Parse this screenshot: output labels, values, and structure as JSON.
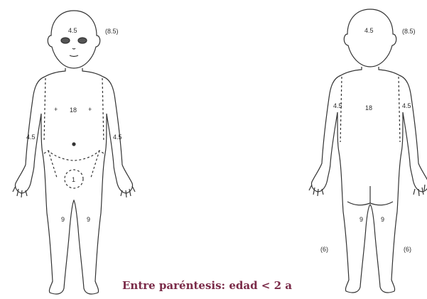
{
  "front": {
    "head_value": "4.5",
    "head_infant_value": "(8.5)",
    "trunk_value": "18",
    "left_arm_value": "4.5",
    "right_arm_value": "4.5",
    "genital_value": "1",
    "left_leg_value": "9",
    "right_leg_value": "9"
  },
  "back": {
    "head_value": "4.5",
    "head_infant_value": "(8.5)",
    "trunk_value": "18",
    "left_arm_value": "4.5",
    "right_arm_value": "4.5",
    "left_leg_value": "9",
    "right_leg_value": "9",
    "left_leg_infant_value": "(6)",
    "right_leg_infant_value": "(6)"
  },
  "caption": "Entre paréntesis: edad < 2 a"
}
